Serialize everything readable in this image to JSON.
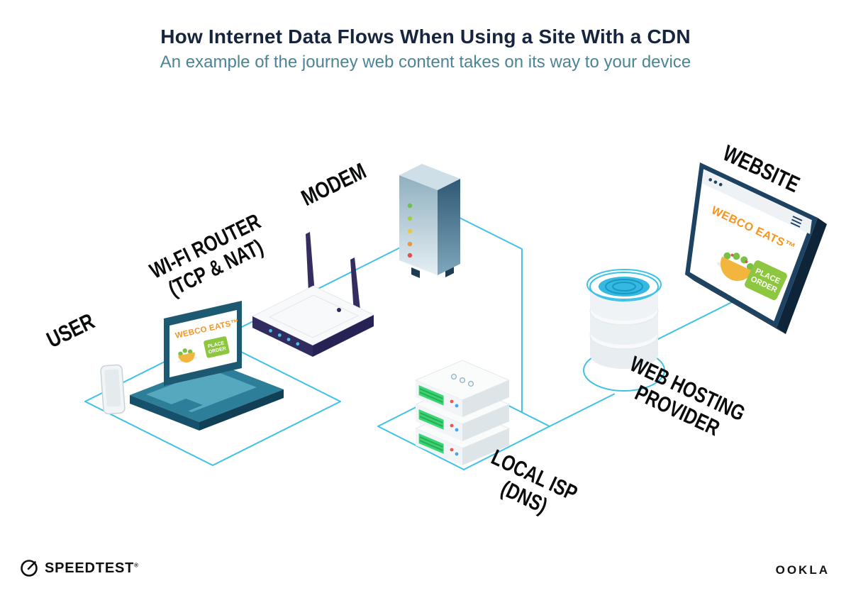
{
  "header": {
    "title": "How Internet Data Flows When Using a Site With a CDN",
    "subtitle": "An example of the journey web content takes on its way to your device"
  },
  "labels": {
    "user": "USER",
    "router_line1": "WI-FI ROUTER",
    "router_line2": "(TCP & NAT)",
    "modem": "MODEM",
    "isp_line1": "LOCAL ISP",
    "isp_line2": "(DNS)",
    "hosting_line1": "WEB HOSTING",
    "hosting_line2": "PROVIDER",
    "website": "WEBSITE"
  },
  "screens": {
    "laptop_brand": "WEBCO EATS™",
    "website_brand": "WEBCO EATS™",
    "order_line1": "PLACE",
    "order_line2": "ORDER"
  },
  "footer": {
    "speedtest_wordmark": "SPEEDTEST",
    "speedtest_mark": "®",
    "ookla_wordmark": "OOKLA"
  },
  "colors": {
    "connector_line": "#3fc1e8",
    "title_navy": "#16243d",
    "subtitle_teal": "#4d8494",
    "brand_orange": "#f7941d",
    "button_green": "#8dc63f",
    "laptop_teal": "#2c7e99",
    "router_navy": "#302c60",
    "server_green": "#3bd473",
    "water_cyan": "#35b9e1"
  }
}
